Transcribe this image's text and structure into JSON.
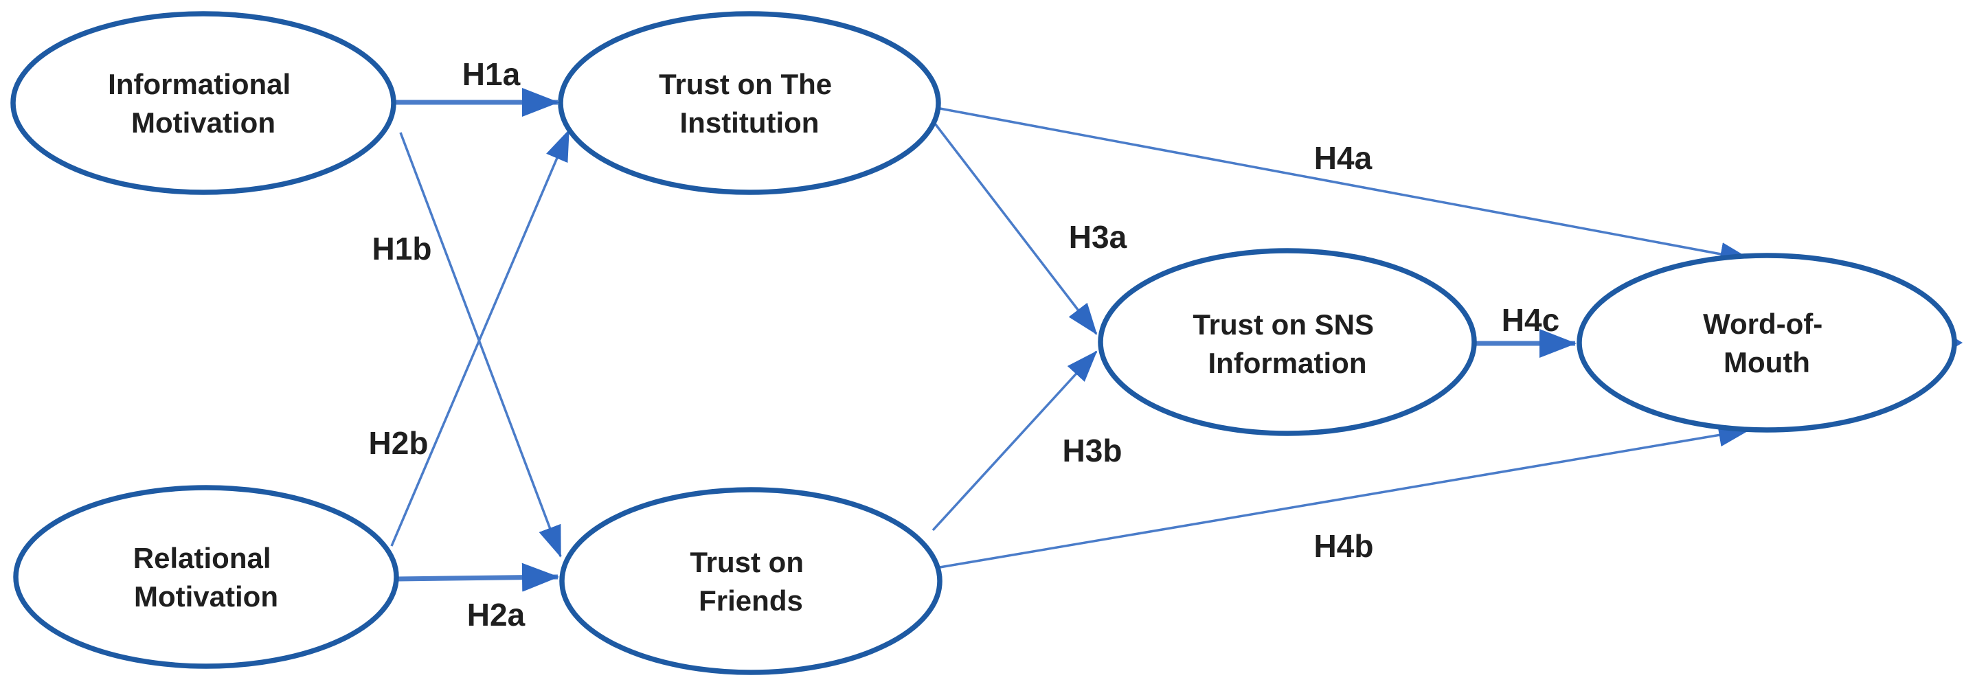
{
  "diagram": {
    "description": "Structural research model linking motivations, trust, and word-of-mouth on SNS"
  },
  "colors": {
    "ellipse_stroke": "#1e5aa3",
    "line": "#4a7cc9",
    "arrowhead": "#2e68c2",
    "text": "#1f1f1f",
    "background": "#ffffff"
  },
  "nodes": [
    {
      "id": "informational-motivation",
      "lines": [
        "Informational",
        "Motivation"
      ]
    },
    {
      "id": "relational-motivation",
      "lines": [
        "Relational",
        "Motivation"
      ]
    },
    {
      "id": "trust-institution",
      "lines": [
        "Trust on The",
        "Institution"
      ]
    },
    {
      "id": "trust-friends",
      "lines": [
        "Trust on",
        "Friends"
      ]
    },
    {
      "id": "trust-sns-information",
      "lines": [
        "Trust on SNS",
        "Information"
      ]
    },
    {
      "id": "word-of-mouth",
      "lines": [
        "Word-of-",
        "Mouth"
      ]
    }
  ],
  "hypotheses": [
    {
      "label": "H1a",
      "from": "Informational Motivation",
      "to": "Trust on The Institution"
    },
    {
      "label": "H1b",
      "from": "Informational Motivation",
      "to": "Trust on Friends"
    },
    {
      "label": "H2a",
      "from": "Relational Motivation",
      "to": "Trust on Friends"
    },
    {
      "label": "H2b",
      "from": "Relational Motivation",
      "to": "Trust on The Institution"
    },
    {
      "label": "H3a",
      "from": "Trust on The Institution",
      "to": "Trust on SNS Information"
    },
    {
      "label": "H3b",
      "from": "Trust on Friends",
      "to": "Trust on SNS Information"
    },
    {
      "label": "H4a",
      "from": "Trust on The Institution",
      "to": "Word-of-Mouth"
    },
    {
      "label": "H4b",
      "from": "Trust on Friends",
      "to": "Word-of-Mouth"
    },
    {
      "label": "H4c",
      "from": "Trust on SNS Information",
      "to": "Word-of-Mouth"
    }
  ]
}
